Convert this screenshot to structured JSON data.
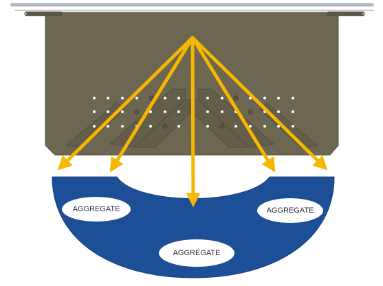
{
  "diagram": {
    "aggregate_labels": {
      "left": "AGGREGATE",
      "right": "AGGREGATE",
      "bottom": "AGGREGATE"
    },
    "colors": {
      "rail": "#b3bcc6",
      "rail_edge": "#8c96a0",
      "plate": "#6d6650",
      "plate_dark": "#5a5443",
      "plate_panel": "#625c48",
      "holes": "#ffffff",
      "bolt": "#4f4a3b",
      "arrow": "#f5b800",
      "pile": "#1d4f96",
      "pile_edge": "#163f7a",
      "label_bg": "#ffffff",
      "label_text": "#2a2a2a",
      "background": "#ffffff"
    },
    "arrow_count": 5
  }
}
